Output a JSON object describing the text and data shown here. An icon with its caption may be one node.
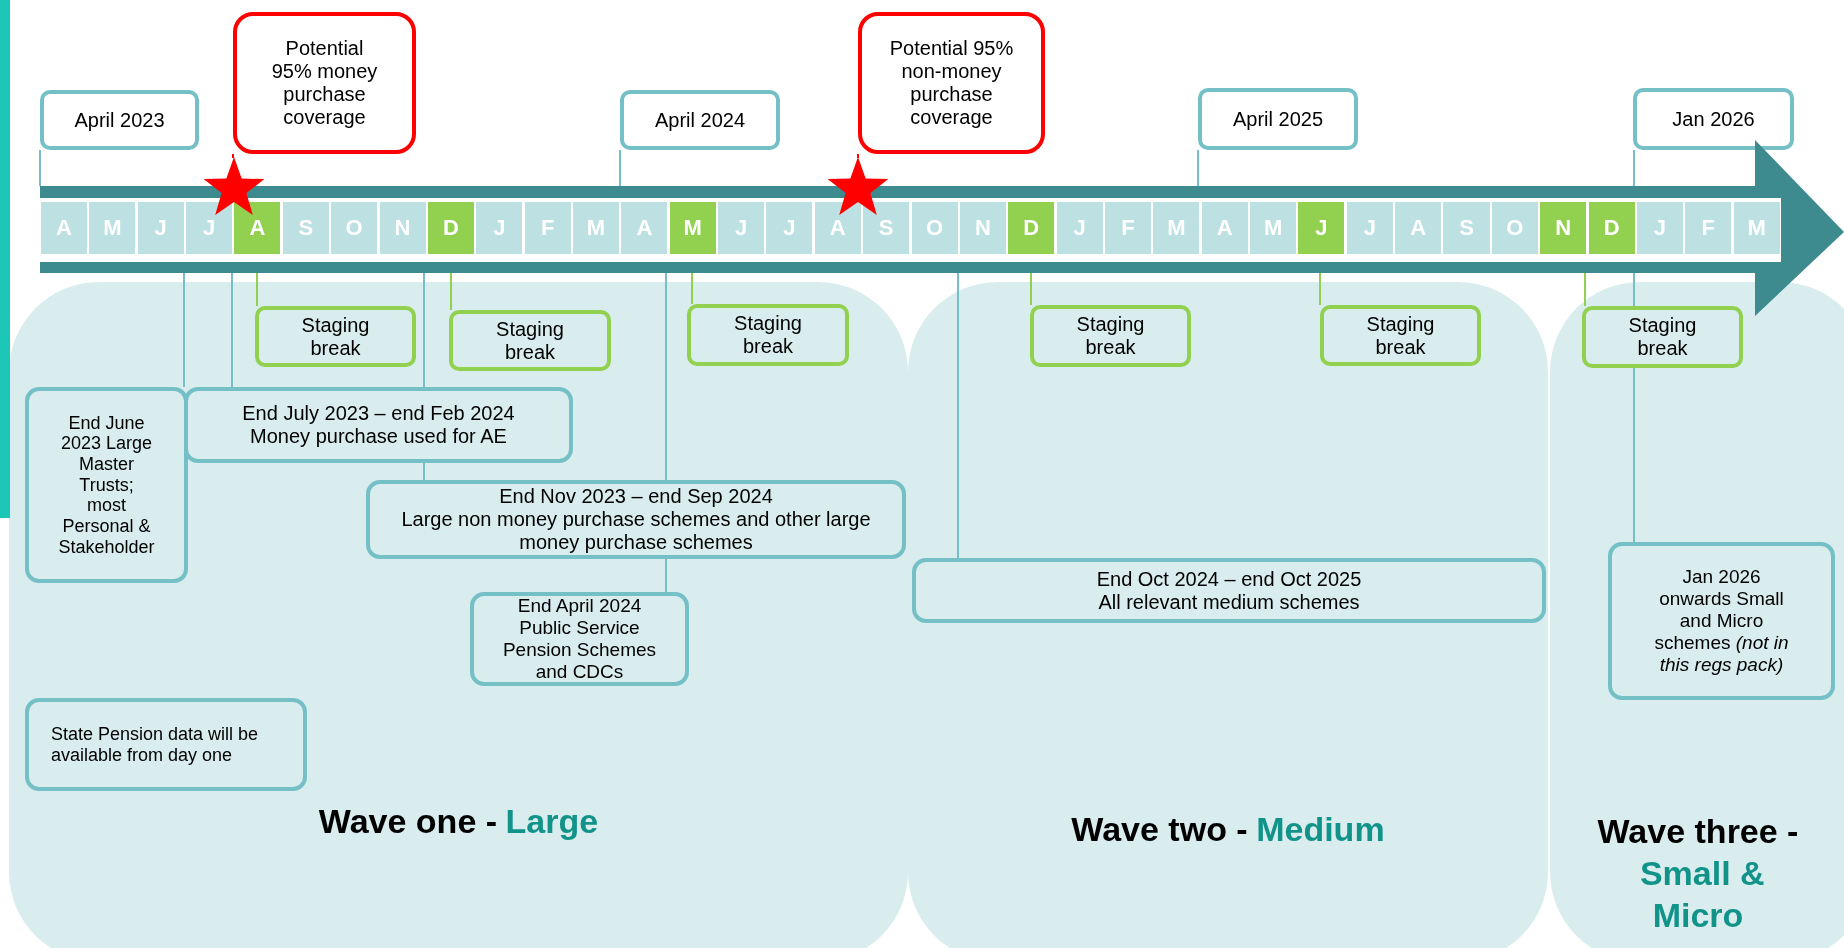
{
  "diagram": {
    "nodes": [
      {
        "text": [
          "April 2023"
        ]
      },
      {
        "text": [
          "Potential 95% money purchase coverage"
        ]
      },
      {
        "text": [
          "April 2024"
        ]
      },
      {
        "text": [
          "Potential 95% non-money purchase coverage"
        ]
      },
      {
        "text": [
          "April 2025"
        ]
      },
      {
        "text": [
          "Jan 2026"
        ]
      },
      {
        "text": [],
        "shape": "star"
      },
      {
        "text": [],
        "shape": "star"
      },
      {
        "text": [],
        "shape": "arrow"
      },
      {
        "text": [
          "A"
        ],
        "in": 8
      },
      {
        "text": [
          "M"
        ],
        "in": 8
      },
      {
        "text": [
          "J"
        ],
        "in": 8
      },
      {
        "text": [
          "J"
        ],
        "in": 8
      },
      {
        "text": [
          "A"
        ],
        "in": 8
      },
      {
        "text": [
          "S"
        ],
        "in": 8
      },
      {
        "text": [
          "O"
        ],
        "in": 8
      },
      {
        "text": [
          "N"
        ],
        "in": 8
      },
      {
        "text": [
          "D"
        ],
        "in": 8
      },
      {
        "text": [
          "J"
        ],
        "in": 8
      },
      {
        "text": [
          "F"
        ],
        "in": 8
      },
      {
        "text": [
          "M"
        ],
        "in": 8
      },
      {
        "text": [
          "A"
        ],
        "in": 8
      },
      {
        "text": [
          "M"
        ],
        "in": 8
      },
      {
        "text": [
          "J"
        ],
        "in": 8
      },
      {
        "text": [
          "J"
        ],
        "in": 8
      },
      {
        "text": [
          "A"
        ],
        "in": 8
      },
      {
        "text": [
          "S"
        ],
        "in": 8
      },
      {
        "text": [
          "O"
        ],
        "in": 8
      },
      {
        "text": [
          "N"
        ],
        "in": 8
      },
      {
        "text": [
          "D"
        ],
        "in": 8
      },
      {
        "text": [
          "J"
        ],
        "in": 8
      },
      {
        "text": [
          "F"
        ],
        "in": 8
      },
      {
        "text": [
          "M"
        ],
        "in": 8
      },
      {
        "text": [
          "A"
        ],
        "in": 8
      },
      {
        "text": [
          "M"
        ],
        "in": 8
      },
      {
        "text": [
          "J"
        ],
        "in": 8
      },
      {
        "text": [
          "J"
        ],
        "in": 8
      },
      {
        "text": [
          "A"
        ],
        "in": 8
      },
      {
        "text": [
          "S"
        ],
        "in": 8
      },
      {
        "text": [
          "O"
        ],
        "in": 8
      },
      {
        "text": [
          "N"
        ],
        "in": 8
      },
      {
        "text": [
          "D"
        ],
        "in": 8
      },
      {
        "text": [
          "J"
        ],
        "in": 8
      },
      {
        "text": [
          "F"
        ],
        "in": 8
      },
      {
        "text": [
          "M"
        ],
        "in": 8
      },
      {
        "text": [
          "Wave one -",
          "Large"
        ]
      },
      {
        "text": [
          "Staging break"
        ],
        "in": 45
      },
      {
        "text": [
          "Staging break"
        ],
        "in": 45
      },
      {
        "text": [
          "Staging break"
        ],
        "in": 45
      },
      {
        "text": [
          "End June 2023 Large Master Trusts; most Personal & Stakeholder"
        ],
        "in": 45
      },
      {
        "text": [
          "End July 2023 – end Feb 2024",
          "Money purchase used for AE"
        ],
        "in": 45
      },
      {
        "text": [
          "End Nov 2023 – end Sep 2024",
          "Large non money purchase schemes and other large money purchase schemes"
        ],
        "in": 45
      },
      {
        "text": [
          "End April 2024 Public Service Pension Schemes and CDCs"
        ],
        "in": 45
      },
      {
        "text": [
          "State Pension data will be available from day one"
        ],
        "in": 45
      },
      {
        "text": [
          "Wave two -",
          "Medium"
        ]
      },
      {
        "text": [
          "Staging break"
        ],
        "in": 54
      },
      {
        "text": [
          "Staging break"
        ],
        "in": 54
      },
      {
        "text": [
          "End Oct 2024 – end Oct 2025",
          "All relevant medium schemes"
        ],
        "in": 54
      },
      {
        "text": [
          "Wave three -",
          "Small & Micro"
        ]
      },
      {
        "text": [
          "Staging break"
        ],
        "in": 58
      },
      {
        "text": [
          "Jan 2026 onwards Small and Micro schemes *(not in this regs pack)*"
        ],
        "in": 58
      }
    ],
    "edges": [
      {
        "from": 0,
        "to": 8,
        "arrow": "none"
      },
      {
        "from": 2,
        "to": 8,
        "arrow": "none"
      },
      {
        "from": 4,
        "to": 8,
        "arrow": "none"
      },
      {
        "from": 5,
        "to": 8,
        "arrow": "none"
      },
      {
        "from": 1,
        "to": 6,
        "arrow": "none",
        "color": "#ff0000"
      },
      {
        "from": 3,
        "to": 7,
        "arrow": "none",
        "color": "#ff0000"
      },
      {
        "from": 8,
        "to": 49,
        "arrow": "none"
      },
      {
        "from": 8,
        "to": 50,
        "arrow": "none"
      },
      {
        "from": 8,
        "to": 51,
        "arrow": "none"
      },
      {
        "from": 8,
        "to": 52,
        "arrow": "none"
      },
      {
        "from": 8,
        "to": 57,
        "arrow": "none"
      },
      {
        "from": 8,
        "to": 60,
        "arrow": "none"
      },
      {
        "from": 13,
        "to": 46,
        "arrow": "none",
        "color": "#92d050"
      },
      {
        "from": 17,
        "to": 47,
        "arrow": "none",
        "color": "#92d050"
      },
      {
        "from": 22,
        "to": 48,
        "arrow": "none",
        "color": "#92d050"
      },
      {
        "from": 29,
        "to": 55,
        "arrow": "none",
        "color": "#92d050"
      },
      {
        "from": 35,
        "to": 56,
        "arrow": "none",
        "color": "#92d050"
      },
      {
        "from": 41,
        "to": 59,
        "arrow": "none",
        "color": "#92d050"
      }
    ]
  }
}
